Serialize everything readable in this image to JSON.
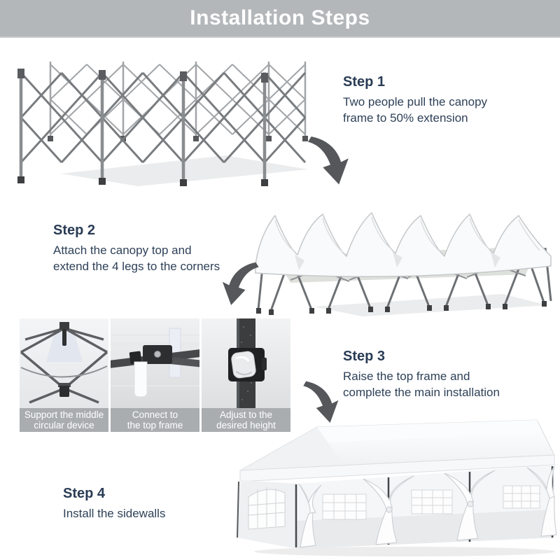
{
  "header": {
    "title": "Installation Steps",
    "bg_color": "#b3b7ba",
    "text_color": "#ffffff"
  },
  "steps": [
    {
      "label": "Step 1",
      "lines": [
        "Two people pull the canopy",
        "frame to 50% extension"
      ]
    },
    {
      "label": "Step 2",
      "lines": [
        "Attach the canopy top and",
        "extend the 4 legs to the corners"
      ]
    },
    {
      "label": "Step 3",
      "lines": [
        "Raise the top frame and",
        "complete the main installation"
      ]
    },
    {
      "label": "Step 4",
      "lines": [
        "Install the sidewalls"
      ]
    }
  ],
  "detail_panels": [
    {
      "icon": "canopy-center-hub",
      "caption_lines": [
        "Support the middle",
        "circular device"
      ]
    },
    {
      "icon": "top-frame-connector",
      "caption_lines": [
        "Connect to",
        "the top frame"
      ]
    },
    {
      "icon": "height-adjust-button",
      "caption_lines": [
        "Adjust to the",
        "desired height"
      ]
    }
  ],
  "illustrations": {
    "step1": "folded-canopy-frame",
    "step2": "half-extended-frame-with-canopy-top",
    "step4": "assembled-canopy-with-sidewalls"
  },
  "colors": {
    "heading_text": "#2a3c55",
    "body_text": "#2e4158",
    "caption_bg": "#a9adb0",
    "arrow": "#55575a",
    "frame_gray": "#7a7d80",
    "fabric_white": "#f9fafb"
  }
}
